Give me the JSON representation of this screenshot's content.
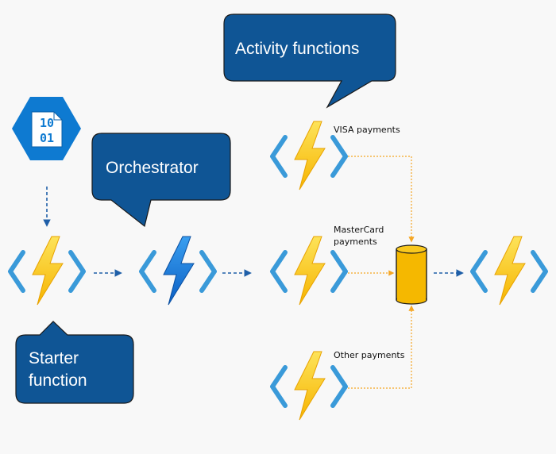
{
  "callouts": {
    "activity": "Activity functions",
    "orchestrator": "Orchestrator",
    "starter_line1": "Starter",
    "starter_line2": "function"
  },
  "labels": {
    "visa": "VISA payments",
    "mastercard_line1": "MasterCard",
    "mastercard_line2": "payments",
    "other": "Other payments"
  },
  "blob_icon_text": {
    "line1": "10",
    "line2": "01"
  },
  "colors": {
    "callout_fill": "#0f5595",
    "callout_stroke": "#1a1a1a",
    "bolt_yellow": "#fcd116",
    "bolt_orange": "#f5a623",
    "bolt_blue": "#1f7bd6",
    "bracket_blue": "#3a9ad9",
    "hexagon_blue": "#0e7ad1",
    "connector_blue": "#1f5fa8",
    "connector_orange": "#f5a623",
    "cylinder_fill": "#f5b800",
    "background": "#f8f8f8"
  }
}
